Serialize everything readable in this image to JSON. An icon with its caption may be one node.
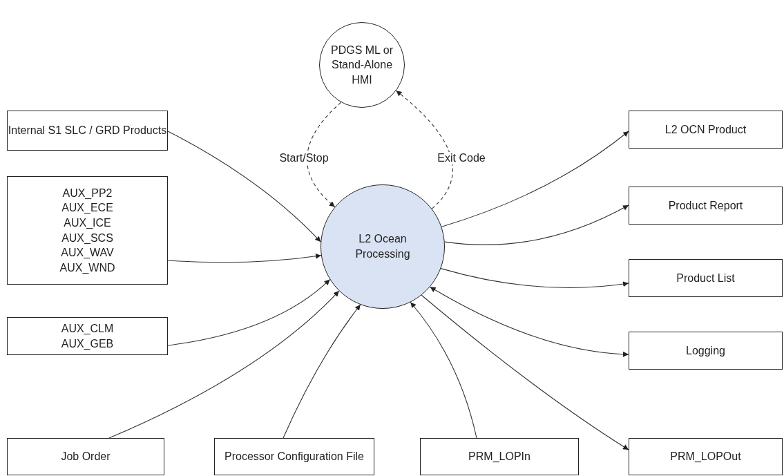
{
  "diagram": {
    "nodes": [
      {
        "text": [
          "PDGS ML or Stand-Alone HMI"
        ]
      },
      {
        "text": [
          "L2 Ocean Processing"
        ]
      },
      {
        "text": [
          "Internal S1 SLC / GRD Products"
        ]
      },
      {
        "text": [
          "AUX_PP2",
          "AUX_ECE",
          "AUX_ICE",
          "AUX_SCS",
          "AUX_WAV",
          "AUX_WND"
        ]
      },
      {
        "text": [
          "AUX_CLM",
          "AUX_GEB"
        ]
      },
      {
        "text": [
          "Job Order"
        ]
      },
      {
        "text": [
          "Processor Configuration File"
        ]
      },
      {
        "text": [
          "PRM_LOPIn"
        ]
      },
      {
        "text": [
          "L2 OCN Product"
        ]
      },
      {
        "text": [
          "Product Report"
        ]
      },
      {
        "text": [
          "Product List"
        ]
      },
      {
        "text": [
          "Logging"
        ]
      },
      {
        "text": [
          "PRM_LOPOut"
        ]
      }
    ],
    "edges": [
      {
        "from": 0,
        "to": 1,
        "arrow": "to",
        "label": "Start/Stop",
        "style": "dashed"
      },
      {
        "from": 1,
        "to": 0,
        "arrow": "to",
        "label": "Exit Code",
        "style": "dashed"
      },
      {
        "from": 2,
        "to": 1,
        "arrow": "to"
      },
      {
        "from": 3,
        "to": 1,
        "arrow": "to"
      },
      {
        "from": 4,
        "to": 1,
        "arrow": "to"
      },
      {
        "from": 5,
        "to": 1,
        "arrow": "to"
      },
      {
        "from": 6,
        "to": 1,
        "arrow": "to"
      },
      {
        "from": 7,
        "to": 1,
        "arrow": "to"
      },
      {
        "from": 1,
        "to": 8,
        "arrow": "to"
      },
      {
        "from": 1,
        "to": 9,
        "arrow": "to"
      },
      {
        "from": 1,
        "to": 10,
        "arrow": "to"
      },
      {
        "from": 1,
        "to": 11,
        "arrow": "both"
      },
      {
        "from": 1,
        "to": 12,
        "arrow": "to"
      }
    ]
  }
}
